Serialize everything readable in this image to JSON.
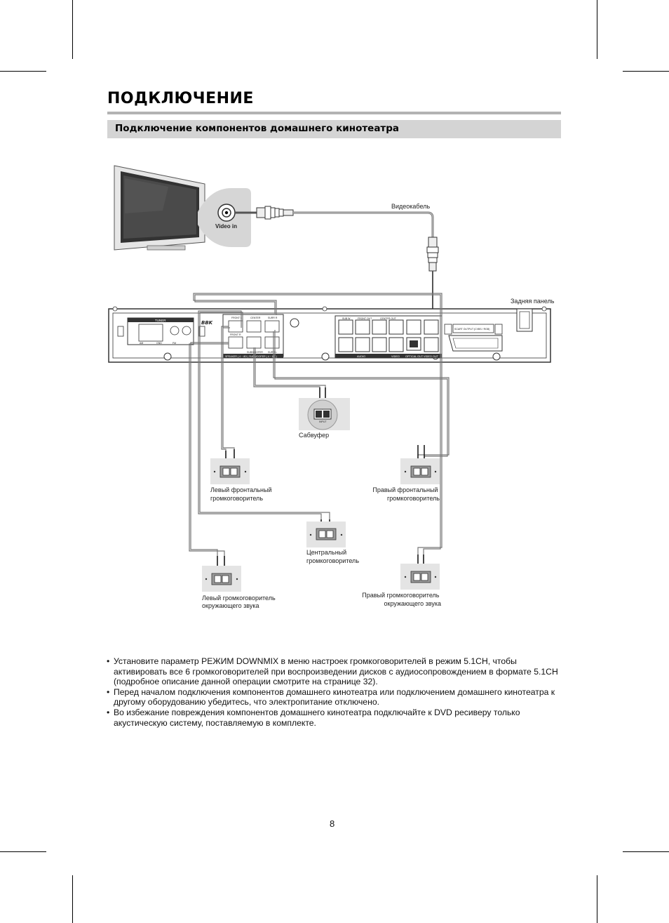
{
  "header": {
    "title": "ПОДКЛЮЧЕНИЕ",
    "section_title": "Подключение компонентов домашнего кинотеатра"
  },
  "diagram": {
    "tv_input_label": "Video in",
    "video_cable_label": "Видеокабель",
    "rear_panel_label": "Задняя панель",
    "subwoofer_label": "Сабвуфер",
    "front_left_label": [
      "Левый фронтальный",
      "громкоговоритель"
    ],
    "front_right_label": [
      "Правый фронтальный",
      "громкоговоритель"
    ],
    "center_label": [
      "Центральный",
      "громкоговоритель"
    ],
    "surround_left_label": [
      "Левый громкоговоритель",
      "окружающего звука"
    ],
    "surround_right_label": [
      "Правый громкоговоритель",
      "окружающего звука"
    ],
    "panel": {
      "brand": "BBK",
      "tuner_label": "TUNER",
      "tuner_bands": [
        "AM",
        "GND",
        "FM"
      ],
      "speaker_labels": [
        "FRONT L",
        "CENTER",
        "SURR R",
        "FRONT R",
        "SUBWOOFER",
        "SURR L"
      ],
      "speaker_strip": "SPEAKER ( 4 ~ 8Ω ) SUBWOOFER ( 4 ~ 8Ω )",
      "audio_labels": [
        "SUB W",
        "FRONT OUT",
        "CENTER OUT"
      ],
      "audio_strip": "AUDIO",
      "video_strip": "VIDEO",
      "optical_strip": "OPTICAL OUT",
      "video_out_strip": "VIDEO OUT",
      "scart_label": "SCART OUTPUT (CVBS / RGB)",
      "subwoofer_input": "INPUT"
    }
  },
  "bullets": [
    "Установите параметр РЕЖИМ DOWNMIX в меню настроек громкоговорителей в режим 5.1CH, чтобы активировать все 6 громкоговорителей при воспроизведении дисков с аудиосопровождением в формате 5.1CH (подробное описание данной операции смотрите на странице 32).",
    "Перед началом подключения компонентов домашнего кинотеатра или подключением домашнего кинотеатра к другому оборудованию убедитесь, что электропитание отключено.",
    "Во избежание повреждения компонентов домашнего кинотеатра подключайте к DVD  ресиверу только акустическую систему, поставляемую в комплекте."
  ],
  "footer": {
    "page_number": "8"
  }
}
